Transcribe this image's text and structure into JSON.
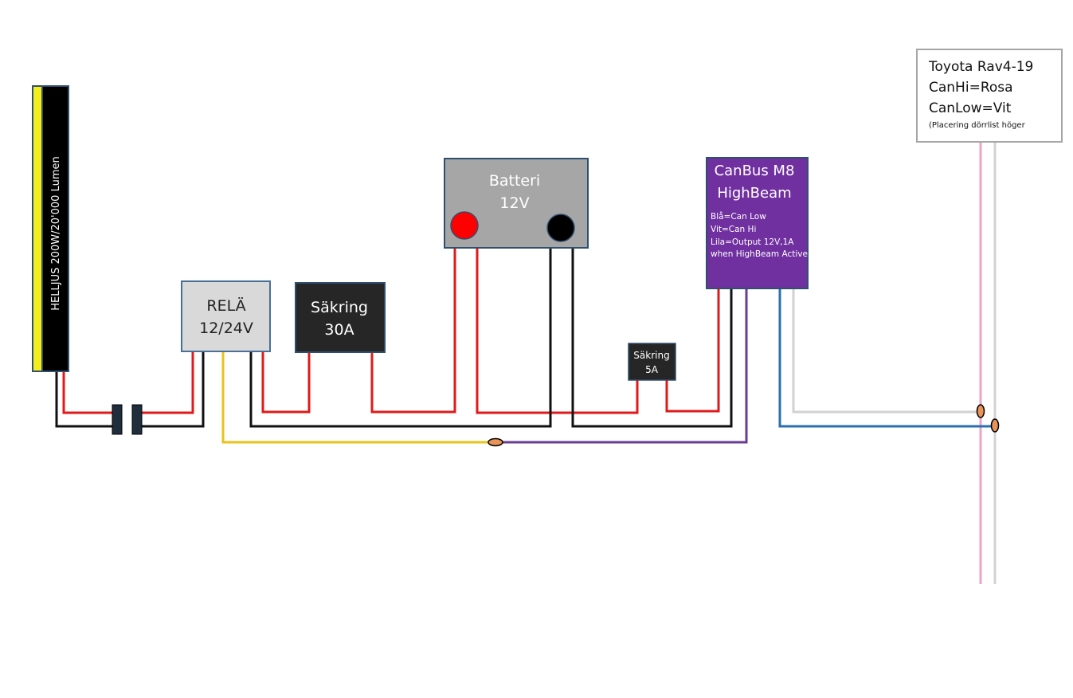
{
  "colors": {
    "wire_red": "#e01a1a",
    "wire_black": "#111111",
    "wire_yellow": "#e8c31a",
    "wire_purple": "#6a3d92",
    "wire_blue": "#2b6fb0",
    "wire_lightgrey": "#d2d2d2",
    "wire_pink": "#e7a6c8",
    "splice_orange": "#e99358",
    "light_bar_yellow": "#f4ef1c",
    "canbus_purple": "#7030a0",
    "battery_grey": "#a6a6a6",
    "relay_grey": "#d9d9d9",
    "fuse_dark": "#262626"
  },
  "light_bar": {
    "label": "HELLJUS 200W/20'000 Lumen"
  },
  "relay": {
    "line1": "RELÄ",
    "line2": "12/24V"
  },
  "fuse_30a": {
    "line1": "Säkring",
    "line2": "30A"
  },
  "battery": {
    "line1": "Batteri",
    "line2": "12V"
  },
  "fuse_5a": {
    "line1": "Säkring",
    "line2": "5A"
  },
  "canbus": {
    "title1": "CanBus M8",
    "title2": "HighBeam",
    "note1": "Blå=Can Low",
    "note2": "Vit=Can Hi",
    "note3": "Lila=Output 12V,1A",
    "note4": "when HighBeam Active"
  },
  "car_note": {
    "line1": "Toyota Rav4-19",
    "line2": "CanHi=Rosa",
    "line3": "CanLow=Vit",
    "line4": "(Placering dörrlist höger"
  }
}
